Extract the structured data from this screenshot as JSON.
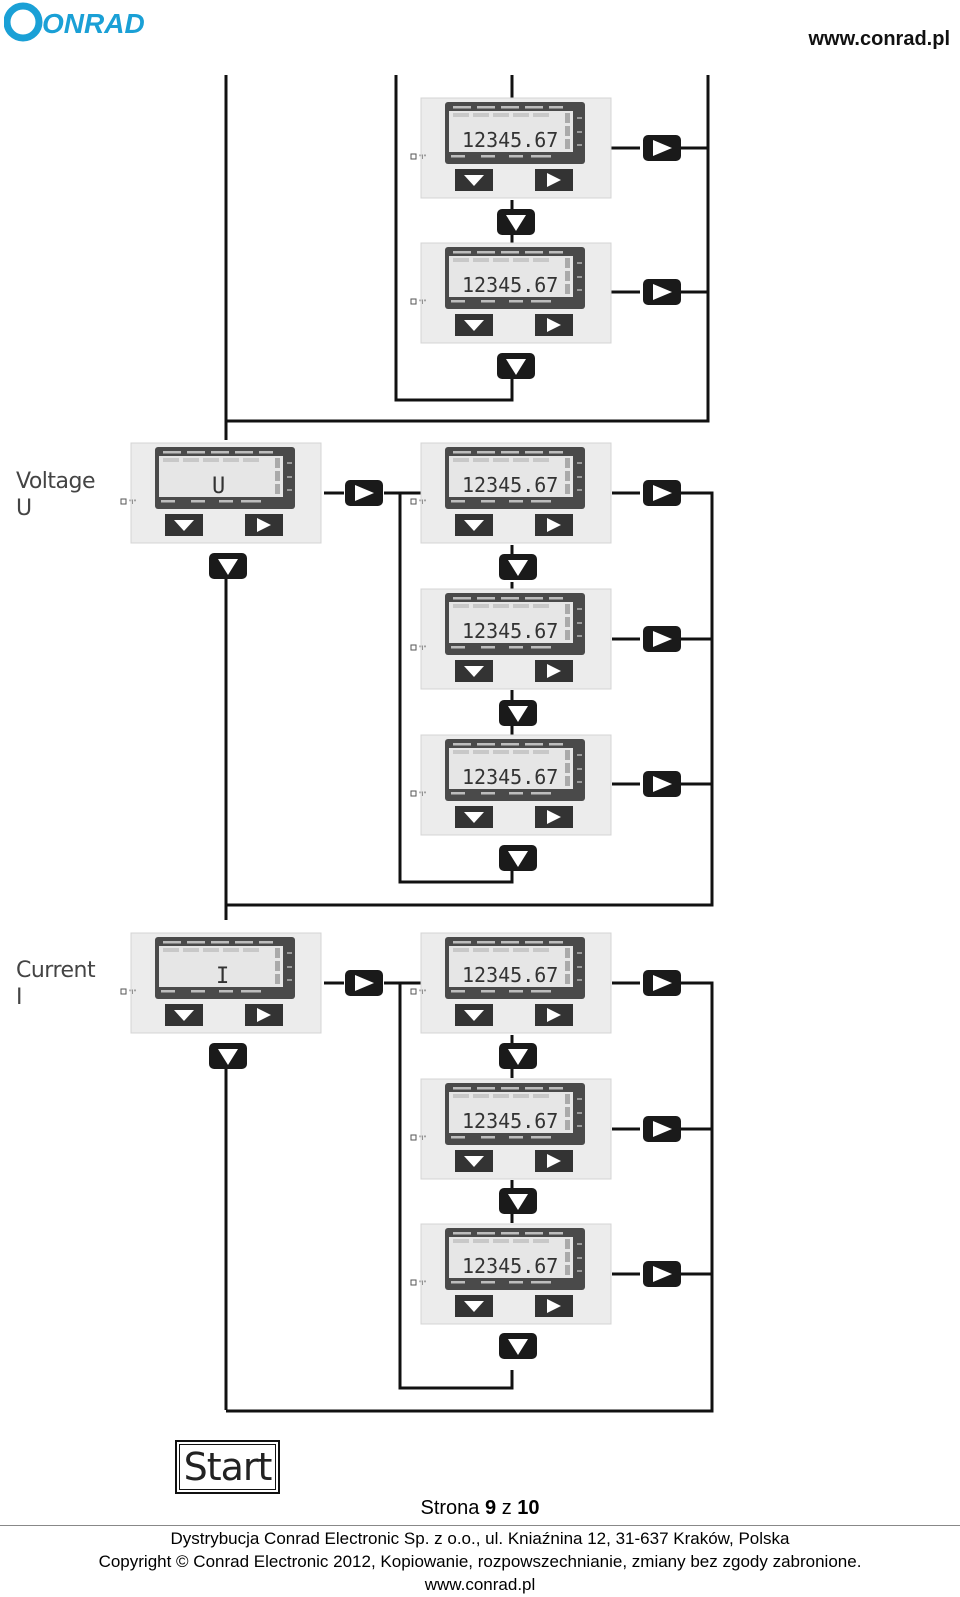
{
  "header": {
    "brand": "CONRAD",
    "site": "www.conrad.pl"
  },
  "diagram": {
    "labels": {
      "voltage_name": "Voltage",
      "voltage_symbol": "U",
      "current_name": "Current",
      "current_symbol": "I",
      "start": "Start"
    },
    "lcd_readings": {
      "detail": "12345.67",
      "voltage_group": "U",
      "current_group": "I"
    }
  },
  "pager": {
    "prefix": "Strona",
    "current": "9",
    "sep": "z",
    "total": "10"
  },
  "footer": {
    "line1": "Dystrybucja Conrad Electronic Sp. z o.o., ul. Kniaźnina 12, 31-637 Kraków, Polska",
    "line2": "Copyright © Conrad Electronic 2012, Kopiowanie, rozpowszechnianie, zmiany bez zgody zabronione.",
    "line3": "www.conrad.pl"
  },
  "colors": {
    "brand": "#1aa0d6",
    "panel": "#ececec",
    "lcd_frame": "#4a4a4a",
    "lcd_screen": "#e6e6e6",
    "button": "#333333",
    "line": "#111111"
  }
}
